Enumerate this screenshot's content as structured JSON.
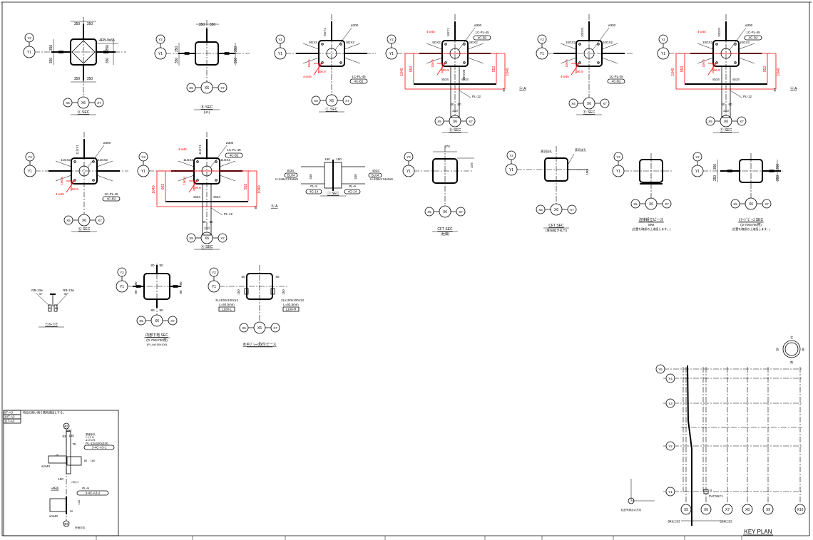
{
  "grid": {
    "Y1": "Y1",
    "Y2": "Y2",
    "Y3": "Y3",
    "Y4": "Y4",
    "Y5": "Y5",
    "X5": "X5",
    "X6": "X6",
    "X7": "X7",
    "X8": "X8",
    "X9": "X9",
    "X10": "X10"
  },
  "details": {
    "A": {
      "title": "Ⓐ SEC",
      "dim": "350",
      "note": "4FB-9x65"
    },
    "B": {
      "title": "Ⓑ SEC",
      "sub": "(H1)",
      "dim": "350"
    },
    "C": {
      "title": "Ⓒ SEC",
      "weld": "9GX2",
      "top": "9GY1",
      "dia": "ø300",
      "plate": "1C-PL-45",
      "tag": "4C-B2",
      "red_note": "4-ø45",
      "red_dim": "106.9",
      "d5": "5"
    },
    "D": {
      "title": "Ⓓ SEC",
      "weld": "9GX2",
      "top": "9GY1",
      "dia": "ø300",
      "plate": "1C-PL-45",
      "tag": "4C-B2",
      "red_note": "4-ø45",
      "red_dim": "106.9",
      "d1040": "1040",
      "d953": "953",
      "sb": "sb34",
      "web": "9GX4D",
      "pl": "PL-12",
      "d80": "80",
      "d200": "200",
      "d87": "87",
      "d117": "117",
      "cut": "Ⓐ A"
    },
    "E": {
      "title": "Ⓔ SEC",
      "weld": "10GX2",
      "top": "10GY1",
      "dia": "ø300",
      "plate": "1C-PL-45",
      "tag": "4C-B2",
      "red_note": "4-ø45",
      "red_dim": "106.9"
    },
    "F": {
      "title": "Ⓕ SEC",
      "weld": "10GX2",
      "top": "10GY1",
      "dia": "ø300",
      "plate": "1C-PL-45",
      "tag": "4C-D2",
      "red_note": "4-ø45",
      "red_dim": "106.9",
      "d1040": "1040",
      "d953": "953",
      "sb": "sb34",
      "pl": "PL-12",
      "d80": "80",
      "d200": "200",
      "d87": "87",
      "cut": "Ⓐ A"
    },
    "G": {
      "title": "Ⓖ SEC",
      "weld": "11GX2",
      "top": "11GY1",
      "dia": "ø300",
      "plate": "1C-PL-45",
      "tag": "4C-B2",
      "red_note": "4-ø45",
      "red_dim": "106.9"
    },
    "H": {
      "title": "Ⓗ SEC",
      "weld": "11GX2",
      "top": "11GY1",
      "dia": "ø300",
      "plate": "1C-PL-45",
      "tag": "4C-B2",
      "red_note": "4-ø45",
      "red_dim": "106.9",
      "d1040": "1040",
      "d953": "953",
      "sb": "sb34",
      "pl": "PL-12",
      "d80": "80",
      "d200": "200",
      "d87": "87",
      "d117": "117",
      "cut": "Ⓐ A"
    },
    "I": {
      "title": "Ⓘ SEC",
      "d160": "160",
      "sb": "sb34",
      "tag1": "BL04",
      "beam": "H-346x174x6x9",
      "d346": "346",
      "pl": "PL-9",
      "tag": "4G-14"
    },
    "CFT1": {
      "title": "CFT SEC",
      "sub": "(柱脚)",
      "dim": "370",
      "dim2": "375"
    },
    "CFT2": {
      "title": "CFT SEC",
      "sub": "(蒸気抜き孔ｱﾘ)",
      "note": "蒸気抜孔",
      "dim": "100"
    },
    "SR": {
      "title": "溶接組立ピース",
      "sub": "SR8",
      "sub2": "(位置を確認の上溶接します。)"
    },
    "ST": {
      "title": "ｽﾃｰｼﾞﾋﾟｰｽ SEC",
      "sub": "(D-700x700用)",
      "sub2": "(位置を確認の上溶接します。)",
      "dim": "350"
    },
    "AN": {
      "title": "ｱﾝｶｰﾌｯｸ",
      "rb": "RB-13ø",
      "sf": "SF",
      "d80": "80"
    },
    "DI": {
      "title": "内部下地 SEC",
      "sub": "(D-700x700用)",
      "sub2": "(PL-6x100x100)",
      "d80": "80"
    },
    "EP": {
      "title": "水平ﾌﾞﾚｰｽ取付ピース",
      "d50": "50",
      "d150": "150",
      "angle": "2Lx100x100x13",
      "len": "L=92.5mm",
      "tagL": "L100-L",
      "tagR": "L100-R"
    }
  },
  "legend": {
    "rows": [
      "9T-A3",
      "10T-A3",
      "11T-A3"
    ],
    "note": "特記の無い限り隅肉溶接とする。"
  },
  "connection": {
    "top": "梁芯",
    "bottom": "梁芯",
    "d227": "227",
    "d140": "140",
    "d75": "75",
    "d83": "83",
    "note1": "梁継手孔",
    "note2": "ﾙｰﾌﾎﾞﾙﾄ",
    "bolt": "ø17x75",
    "plate": "PL-12x320x240",
    "tag1": "3-4C-A3-1",
    "sc": "scb40",
    "d100": "100",
    "d80": "80",
    "d160": "160",
    "d20": "20",
    "touch": "ﾒﾀﾙﾀｯﾁ",
    "sec": "A断面",
    "pl9": "PL-9",
    "tag2": "3-4C-A3-2",
    "outer": "外側方向"
  },
  "keyplan": {
    "title": "KEY PLAN",
    "marker": "P4CX6Y1",
    "mark": "Q",
    "left": "【東北工区】",
    "right": "【西南工区】",
    "axis_note": "柱記号原点の方向",
    "compass": {
      "n": "北",
      "s": "南",
      "e": "東",
      "w": "西"
    }
  }
}
